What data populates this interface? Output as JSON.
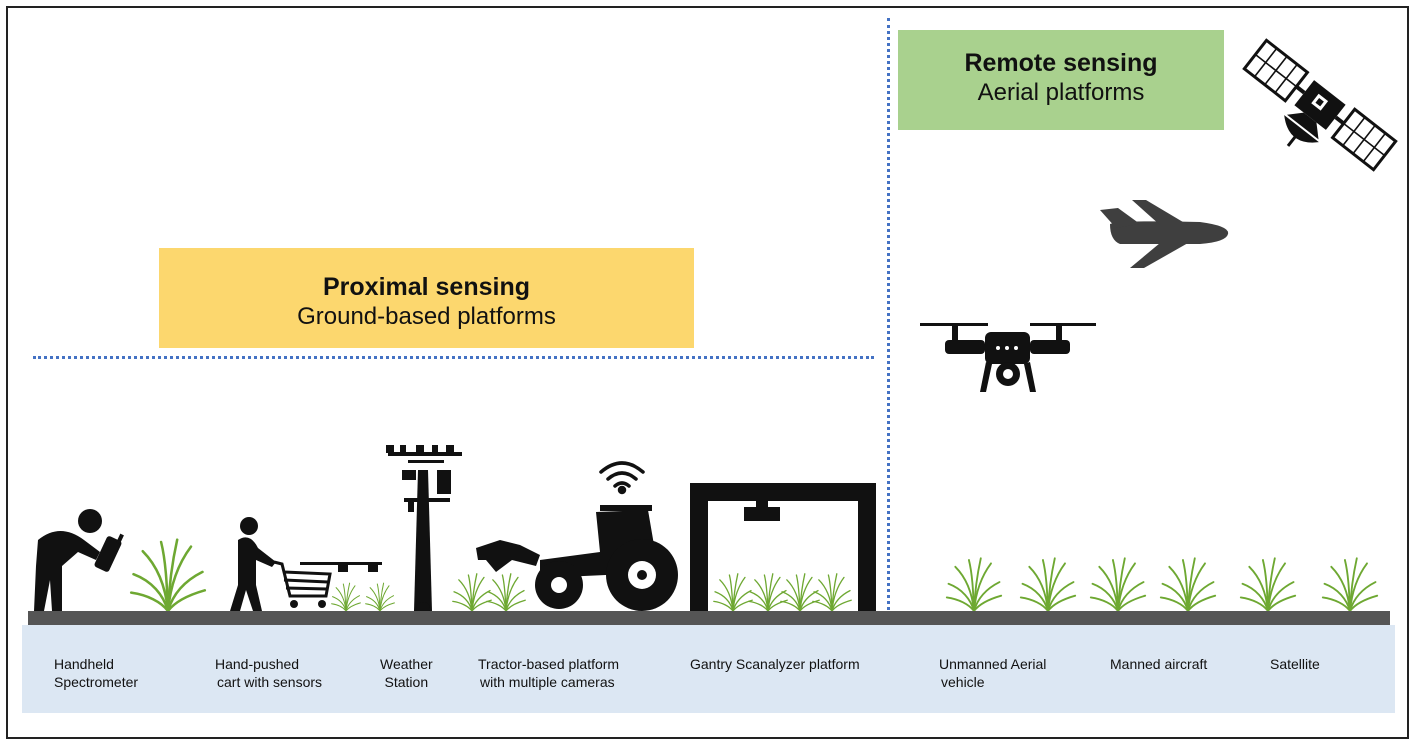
{
  "proximal": {
    "title": "Proximal sensing",
    "subtitle": "Ground-based platforms"
  },
  "remote": {
    "title": "Remote sensing",
    "subtitle": "Aerial platforms"
  },
  "platforms": [
    {
      "line1": "Handheld",
      "line2": "Spectrometer"
    },
    {
      "line1": "Hand-pushed",
      "line2": "cart with sensors"
    },
    {
      "line1": "Weather",
      "line2": "Station"
    },
    {
      "line1": "Tractor-based platform",
      "line2": "with multiple cameras"
    },
    {
      "line1": "Gantry Scanalyzer platform",
      "line2": ""
    },
    {
      "line1": "Unmanned Aerial",
      "line2": "vehicle"
    },
    {
      "line1": "Manned aircraft",
      "line2": ""
    },
    {
      "line1": "Satellite",
      "line2": ""
    }
  ],
  "colors": {
    "proximal_box": "#fcd76e",
    "remote_box": "#a9d18e",
    "divider": "#4472c4",
    "label_band": "#dce7f3",
    "plant": "#6ea832",
    "silhouette": "#111111"
  },
  "icons": [
    "person-spectrometer-icon",
    "cart-icon",
    "weather-station-icon",
    "tractor-icon",
    "wifi-icon",
    "gantry-icon",
    "drone-icon",
    "airplane-icon",
    "satellite-icon",
    "plant-icon"
  ]
}
